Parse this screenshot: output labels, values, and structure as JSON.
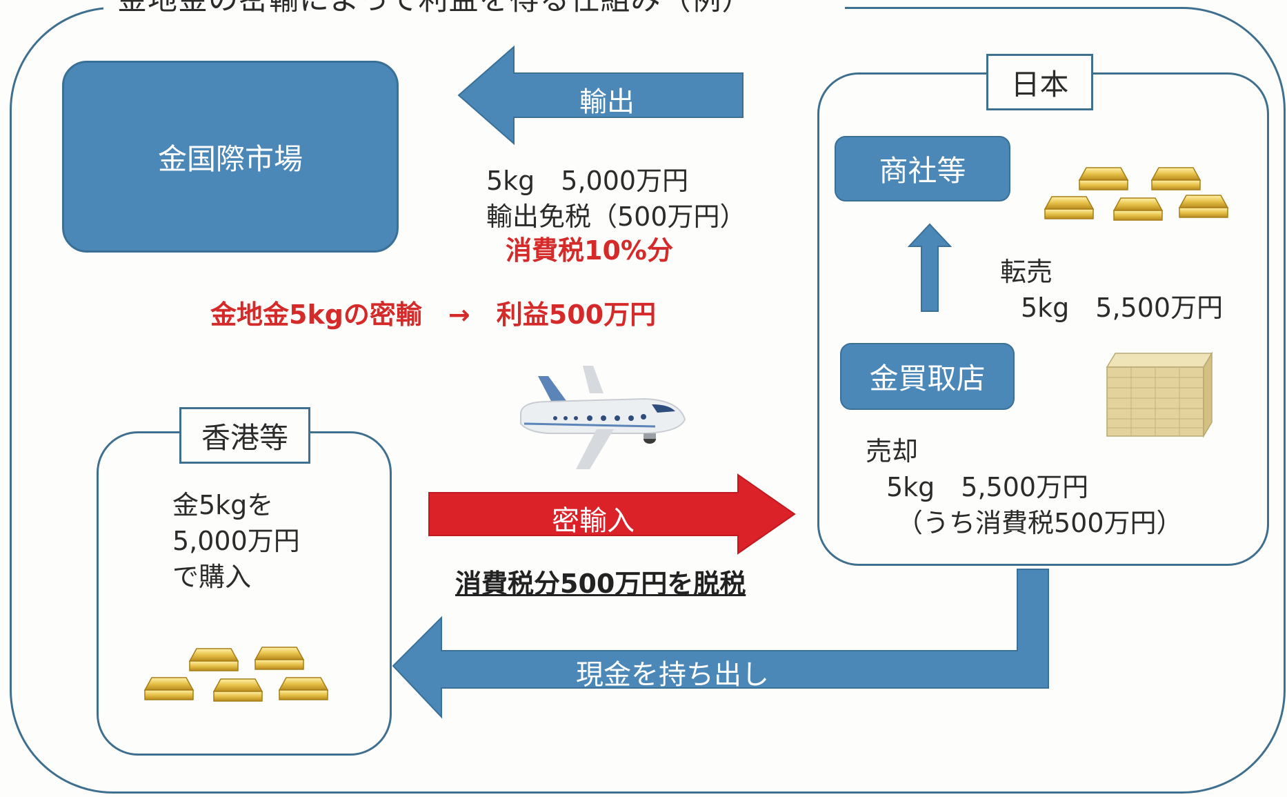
{
  "title": "金地金の密輸によって利益を得る仕組み（例）",
  "colors": {
    "blue": "#4b88b8",
    "red": "#dc2229",
    "border": "#3f6f8f",
    "text_red": "#d42a2a"
  },
  "market": {
    "label": "金国際市場"
  },
  "export": {
    "arrow_label": "輸出",
    "line1": "5kg　5,000万円",
    "line2": "輸出免税（500万円）",
    "line3": "消費税10%分"
  },
  "summary": "金地金5kgの密輸　→　利益500万円",
  "japan": {
    "label": "日本",
    "trading_company": "商社等",
    "gold_shop": "金買取店",
    "resale": {
      "line1": "転売",
      "line2": "5kg　5,500万円"
    },
    "sale": {
      "line1": "売却",
      "line2": "5kg　5,500万円",
      "line3": "（うち消費税500万円）"
    }
  },
  "hongkong": {
    "label": "香港等",
    "line1": "金5kgを",
    "line2": "5,000万円",
    "line3": "で購入"
  },
  "smuggle": {
    "arrow_label": "密輸入",
    "note": "消費税分500万円を脱税"
  },
  "cash": {
    "arrow_label": "現金を持ち出し"
  },
  "icons": [
    "airplane-icon",
    "gold-bars-icon",
    "cash-stack-icon"
  ]
}
